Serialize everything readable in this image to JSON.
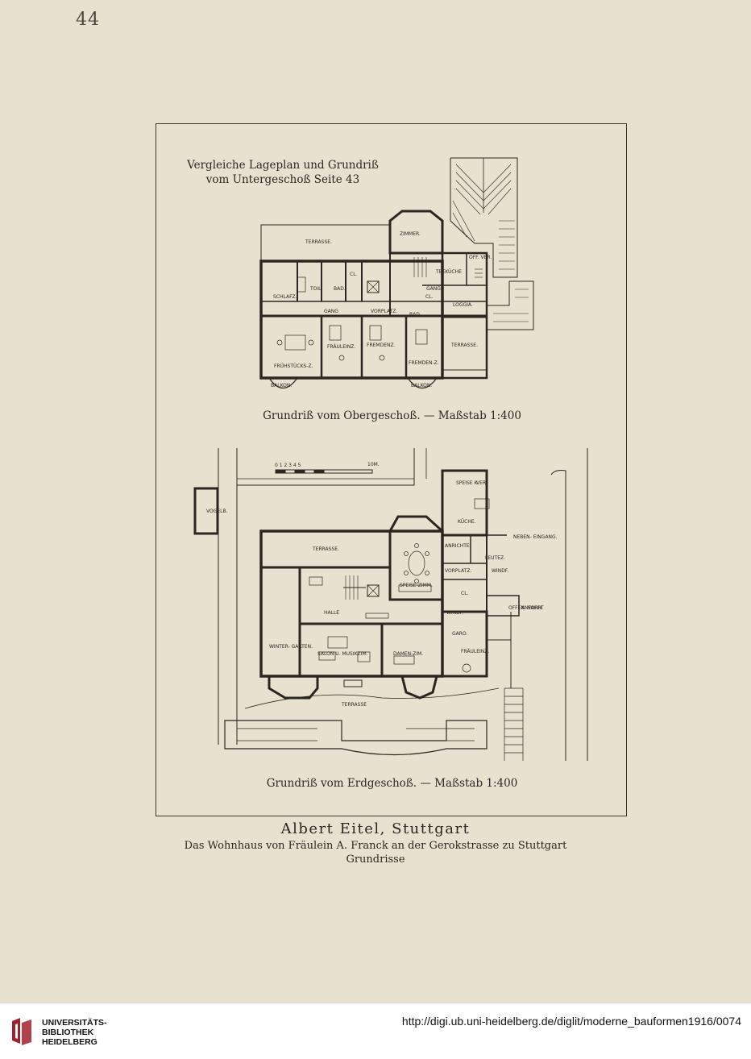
{
  "page": {
    "number": "44"
  },
  "plate": {
    "note_line1": "Vergleiche Lageplan und Grundriß",
    "note_line2": "vom Untergeschoß Seite 43",
    "upper_caption": "Grundriß vom Obergeschoß. — Maßstab 1:400",
    "lower_caption": "Grundriß vom Erdgeschoß. — Maßstab 1:400",
    "upper_rooms": {
      "terrasse": "TERRASSE.",
      "zimmer": "ZIMMER.",
      "teekueche": "TEEKÜCHE",
      "off_ver": "OFF. VER.",
      "toil": "TOIL.",
      "bad": "BAD.",
      "cl": "CL.",
      "schlafz": "SCHLAFZ.",
      "gang": "GANG",
      "gang2": "GANG.",
      "cl2": "CL.",
      "vorplatz": "VORPLATZ.",
      "bad2": "BAD.",
      "loggia": "LOGGIA.",
      "fraeuleinz": "FRÄULEINZ.",
      "fremdenz": "FREMDENZ.",
      "terrasse2": "TERRASSE.",
      "fruehstuecks": "FRÜHSTÜCKS-Z.",
      "fremdenz2": "FREMDEN-Z.",
      "balkon1": "BALKON.",
      "balkon2": "BALKON."
    },
    "lower_rooms": {
      "scale_ticks": "0 1 2 3 4 5",
      "scale_end": "10M.",
      "vogelb": "VOGELB.",
      "speise_k": "SPEISE K.",
      "ver": "VER.",
      "kueche": "KÜCHE.",
      "neben_eingang": "NEBEN- EINGANG.",
      "terrasse": "TERRASSE.",
      "anrichte": "ANRICHTE.",
      "leutez": "LEUTEZ.",
      "vorplatz": "VORPLATZ.",
      "windf": "WINDF.",
      "speise_zimm": "SPEISE-ZIMM.",
      "cl": "CL.",
      "halle": "HALLE",
      "windf2": "WINDF.",
      "offen_vorh": "OFFEN. VORH.",
      "anfahrt": "ANFAHRT",
      "winter_garten": "WINTER- GARTEN.",
      "salon": "SALON U. MUSIKZIM.",
      "damen": "DAMEN-ZIM.",
      "garo": "GARO.",
      "fraeuleinz": "FRÄULEINZ.",
      "terrasse2": "TERRASSE"
    }
  },
  "caption": {
    "author": "Albert Eitel, Stuttgart",
    "subtitle": "Das Wohnhaus von Fräulein A. Franck an der Gerokstrasse zu Stuttgart",
    "subtitle2": "Grundrisse"
  },
  "footer": {
    "logo_line1": "UNIVERSITÄTS-",
    "logo_line2": "BIBLIOTHEK",
    "logo_line3": "HEIDELBERG",
    "url": "http://digi.ub.uni-heidelberg.de/diglit/moderne_bauformen1916/0074"
  }
}
